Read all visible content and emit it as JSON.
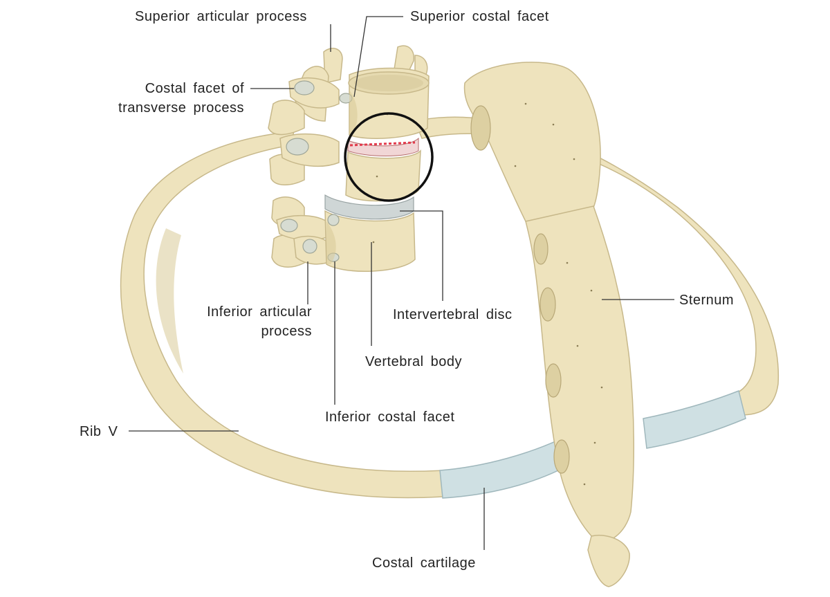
{
  "labels": {
    "superior_articular_process": "Superior articular process",
    "superior_costal_facet": "Superior costal facet",
    "costal_facet_transverse_line1": "Costal facet of",
    "costal_facet_transverse_line2": "transverse process",
    "inferior_articular_line1": "Inferior articular",
    "inferior_articular_line2": "process",
    "intervertebral_disc": "Intervertebral disc",
    "vertebral_body": "Vertebral body",
    "inferior_costal_facet": "Inferior costal facet",
    "sternum": "Sternum",
    "rib_v": "Rib V",
    "costal_cartilage": "Costal cartilage"
  },
  "colors": {
    "bone": "#eee3bd",
    "cartilage": "#cfe0e3",
    "disc": "#cfd6d6",
    "joint_highlight": "#e2384a",
    "circle": "#111111"
  }
}
